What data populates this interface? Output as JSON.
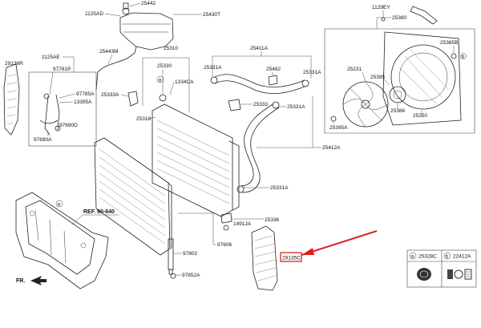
{
  "labels": {
    "p1125AD": "1125AD",
    "p25442": "25442",
    "p25430T": "25430T",
    "p1129EY": "1129EY",
    "p25380": "25380",
    "p25385B": "25385B",
    "p25231": "25231",
    "p25395": "25395",
    "p25386": "25386",
    "p25350": "25350",
    "p25395A": "25395A",
    "p1125AE": "1125AE",
    "p29136R": "29136R",
    "p97761P": "97761P",
    "p97785A": "97785A",
    "p13395A": "13395A",
    "p97690D": "97690D",
    "p97690A": "97690A",
    "p25443M": "25443M",
    "p25310": "25310",
    "p25330": "25330",
    "p1334CA": "1334CA",
    "p25333A": "25333A",
    "p25318": "25318",
    "p25411A": "25411A",
    "p25331A_a": "25331A",
    "p25482": "25482",
    "p25331A_b": "25331A",
    "p25333": "25333",
    "p25331A_c": "25331A",
    "p25412A": "25412A",
    "p25331A_d": "25331A",
    "p25336": "25336",
    "p1491JA": "1491JA",
    "p97606": "97606",
    "p97802": "97802",
    "p97852A": "97852A",
    "ref": "REF. 60-640",
    "fr": "FR.",
    "callout": "29135C",
    "circleA": "a",
    "circleB": "b"
  },
  "legend": {
    "a_code": "25328C",
    "b_code": "22412A",
    "a_marker": "a",
    "b_marker": "b"
  },
  "colors": {
    "arrow": "#e02020",
    "highlight_box": "#e02020",
    "line": "#222222"
  }
}
